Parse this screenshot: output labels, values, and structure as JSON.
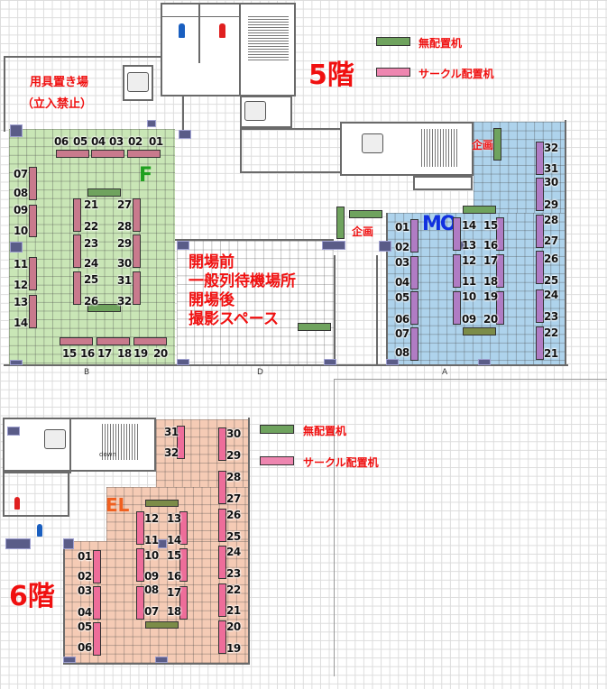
{
  "floor5": {
    "title": "5階",
    "legend": {
      "empty_table": "無配置机",
      "circle_table": "サークル配置机"
    },
    "storage": {
      "line1": "用具置き場",
      "line2": "（立入禁止）"
    },
    "area_f": {
      "label": "F",
      "column": "B",
      "booths": [
        "01",
        "02",
        "03",
        "04",
        "05",
        "06",
        "07",
        "08",
        "09",
        "10",
        "11",
        "12",
        "13",
        "14",
        "15",
        "16",
        "17",
        "18",
        "19",
        "20",
        "21",
        "22",
        "23",
        "24",
        "25",
        "26",
        "27",
        "28",
        "29",
        "30",
        "31",
        "32"
      ]
    },
    "area_d": {
      "column": "D",
      "lines": [
        "開場前",
        "一般列待機場所",
        "開場後",
        "撮影スペース"
      ]
    },
    "area_mo": {
      "label": "MO",
      "column": "A",
      "booths": [
        "01",
        "02",
        "03",
        "04",
        "05",
        "06",
        "07",
        "08",
        "09",
        "10",
        "11",
        "12",
        "13",
        "14",
        "15",
        "16",
        "17",
        "18",
        "19",
        "20",
        "21",
        "22",
        "23",
        "24",
        "25",
        "26",
        "27",
        "28",
        "29",
        "30",
        "31",
        "32"
      ]
    },
    "kikaku_labels": [
      "企画",
      "企画"
    ]
  },
  "floor6": {
    "title": "6階",
    "legend": {
      "empty_table": "無配置机",
      "circle_table": "サークル配置机"
    },
    "stairs_label": "down",
    "area_el": {
      "label": "EL",
      "booths": [
        "01",
        "02",
        "03",
        "04",
        "05",
        "06",
        "07",
        "08",
        "09",
        "10",
        "11",
        "12",
        "13",
        "14",
        "15",
        "16",
        "17",
        "18",
        "19",
        "20",
        "21",
        "22",
        "23",
        "24",
        "25",
        "26",
        "27",
        "28",
        "29",
        "30",
        "31",
        "32"
      ]
    }
  },
  "colors": {
    "area_f": "#c9e6b6",
    "area_mo": "#aed3ec",
    "area_el": "#f5cbb5",
    "empty_table": "#6fa35e",
    "circle_table": "#ee86b0",
    "label_red": "#f01010",
    "mo_blue": "#1030e0",
    "el_orange": "#f06020",
    "f_green": "#20a020"
  }
}
